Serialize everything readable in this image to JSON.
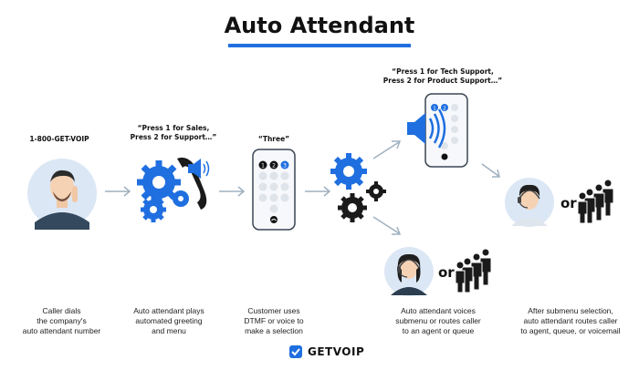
{
  "title": "Auto Attendant",
  "brand_color": "#1f6fe0",
  "steps": [
    {
      "top_label": "1-800-GET-VOIP",
      "caption": [
        "Caller dials",
        "the company's",
        "auto attendant number"
      ],
      "icon": "caller-person-icon"
    },
    {
      "top_label": [
        "“Press 1 for Sales,",
        "Press 2 for Support…”"
      ],
      "caption": [
        "Auto attendant plays",
        "automated greeting",
        "and menu"
      ],
      "icon": "gears-phone-speaker-icon"
    },
    {
      "top_label": "“Three”",
      "caption": [
        "Customer uses",
        "DTMF or voice to",
        "make a selection"
      ],
      "icon": "keypad-phone-icon"
    },
    {
      "top_label": [
        "“Press 1 for Tech Support,",
        "Press 2 for Product Support…”"
      ],
      "caption": [
        "Auto attendant voices",
        "submenu or routes caller",
        "to an agent or queue"
      ],
      "icon": "gears-icon"
    },
    {
      "caption": [
        "After submenu selection,",
        "auto attendant routes caller",
        "to agent, queue, or voicemail"
      ],
      "icon": "agent-icon"
    }
  ],
  "or_label": "or",
  "keypad_keys_first_row": [
    "1",
    "2",
    "3"
  ],
  "logo": "GETVOIP"
}
